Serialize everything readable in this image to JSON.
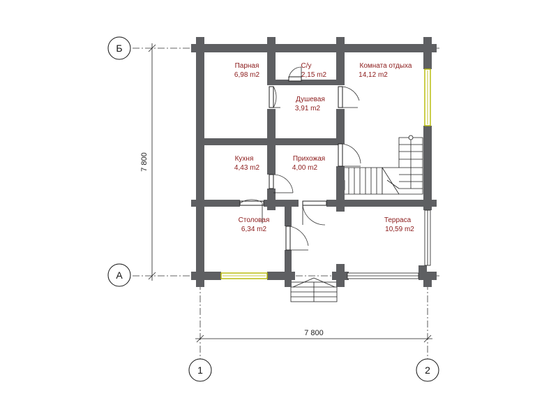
{
  "rooms": [
    {
      "name": "Парная",
      "area": "6,98 m2"
    },
    {
      "name": "С/у",
      "area": "2,15 m2"
    },
    {
      "name": "Комната отдыха",
      "area": "14,12 m2"
    },
    {
      "name": "Душевая",
      "area": "3,91 m2"
    },
    {
      "name": "Кухня",
      "area": "4,43 m2"
    },
    {
      "name": "Прихожая",
      "area": "4,00 m2"
    },
    {
      "name": "Столовая",
      "area": "6,34 m2"
    },
    {
      "name": "Терраса",
      "area": "10,59 m2"
    }
  ],
  "axes": {
    "rows": [
      "Б",
      "А"
    ],
    "columns": [
      "1",
      "2"
    ]
  },
  "dimensions": {
    "vertical": "7 800",
    "horizontal": "7 800"
  },
  "colors": {
    "wall": "#5e5f62",
    "room_label": "#8b1a1a",
    "window_frame": "#b5b800"
  }
}
